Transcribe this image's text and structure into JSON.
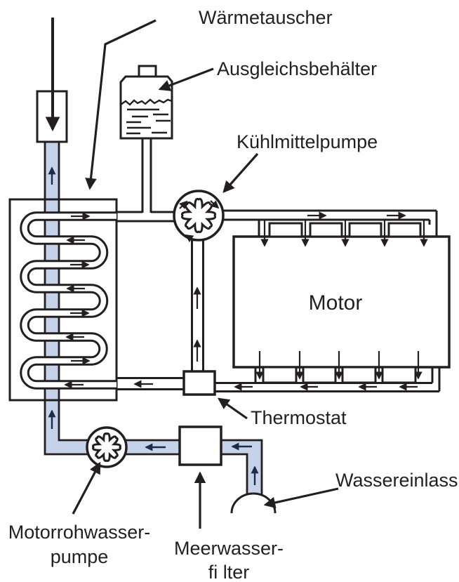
{
  "labels": {
    "heat_exchanger": "Wärmetauscher",
    "expansion_tank": "Ausgleichsbehälter",
    "coolant_pump": "Kühlmittelpumpe",
    "engine": "Motor",
    "thermostat": "Thermostat",
    "water_inlet": "Wassereinlass",
    "raw_water_pump_line1": "Motorrohwasser-",
    "raw_water_pump_line2": "pumpe",
    "sea_water_filter_line1": "Meerwasser-",
    "sea_water_filter_line2": "fi lter"
  },
  "colors": {
    "line": "#231f20",
    "raw_water_pipe_fill": "#c6d2ea",
    "background": "#ffffff"
  }
}
